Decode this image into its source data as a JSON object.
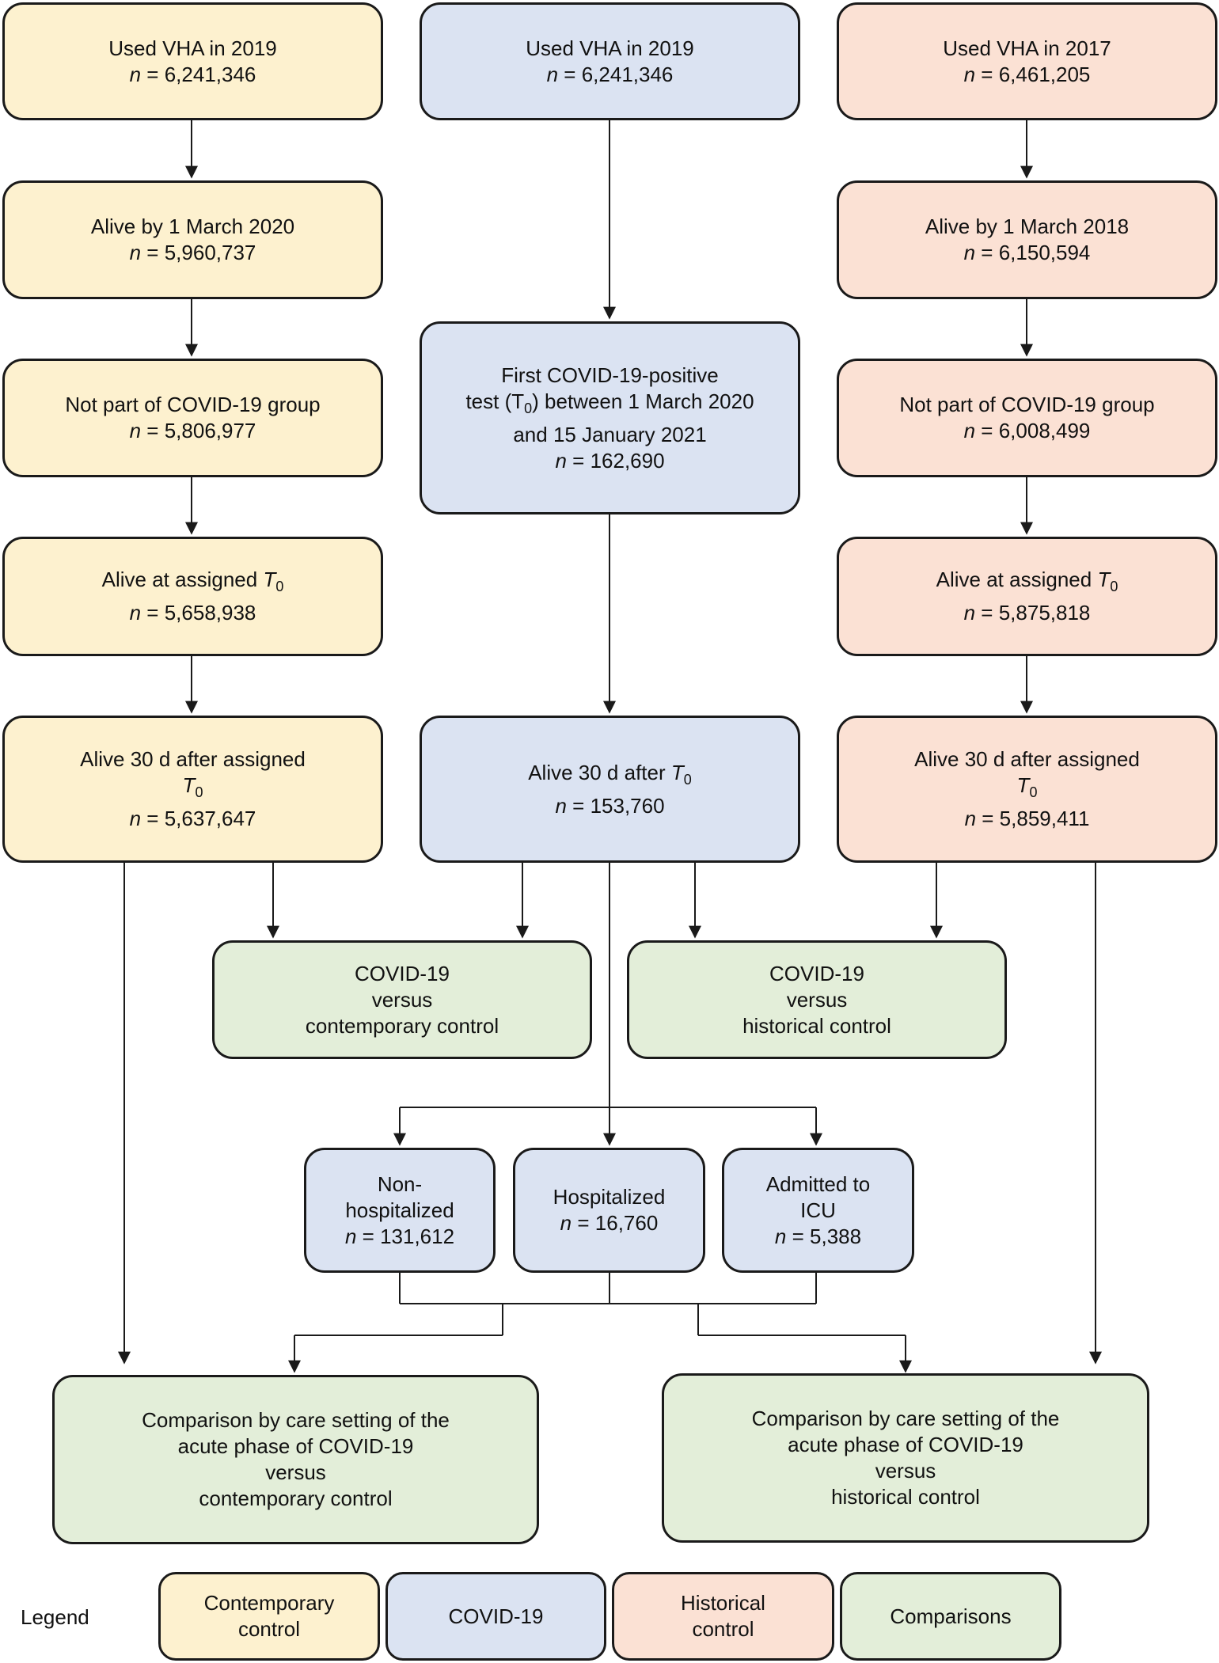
{
  "contemporary": {
    "b1": {
      "label": "Used VHA in 2019",
      "n": "6,241,346"
    },
    "b2": {
      "label": "Alive by 1 March 2020",
      "n": "5,960,737"
    },
    "b3": {
      "label": "Not part of COVID-19 group",
      "n": "5,806,977"
    },
    "b4": {
      "label": "Alive at assigned",
      "t0": "T",
      "t0sub": "0",
      "n": "5,658,938"
    },
    "b5": {
      "label": "Alive 30 d after assigned",
      "t0": "T",
      "t0sub": "0",
      "n": "5,637,647"
    }
  },
  "covid": {
    "b1": {
      "label": "Used VHA in 2019",
      "n": "6,241,346"
    },
    "b2": {
      "line1": "First COVID-19-positive",
      "line2a": "test (T",
      "line2sub": "0",
      "line2b": ") between 1 March 2020",
      "line3": "and 15 January 2021",
      "n": "162,690"
    },
    "b3": {
      "label": "Alive 30 d after",
      "t0": "T",
      "t0sub": "0",
      "n": "153,760"
    }
  },
  "historical": {
    "b1": {
      "label": "Used VHA in 2017",
      "n": "6,461,205"
    },
    "b2": {
      "label": "Alive by 1 March 2018",
      "n": "6,150,594"
    },
    "b3": {
      "label": "Not part of COVID-19 group",
      "n": "6,008,499"
    },
    "b4": {
      "label": "Alive at assigned",
      "t0": "T",
      "t0sub": "0",
      "n": "5,875,818"
    },
    "b5": {
      "label": "Alive 30 d after assigned",
      "t0": "T",
      "t0sub": "0",
      "n": "5,859,411"
    }
  },
  "comparisons": {
    "contemporary": {
      "l1": "COVID-19",
      "l2": "versus",
      "l3": "contemporary control"
    },
    "historical": {
      "l1": "COVID-19",
      "l2": "versus",
      "l3": "historical control"
    },
    "care_contemporary": {
      "l1": "Comparison by care setting of the",
      "l2": "acute phase of COVID-19",
      "l3": "versus",
      "l4": "contemporary control"
    },
    "care_historical": {
      "l1": "Comparison by care setting of the",
      "l2": "acute phase of COVID-19",
      "l3": "versus",
      "l4": "historical control"
    }
  },
  "care_settings": {
    "nonhosp": {
      "l1": "Non-",
      "l2": "hospitalized",
      "n": "131,612"
    },
    "hosp": {
      "l1": "Hospitalized",
      "n": "16,760"
    },
    "icu": {
      "l1": "Admitted to",
      "l2": "ICU",
      "n": "5,388"
    }
  },
  "n_prefix": "n",
  "n_eq": " = ",
  "legend": {
    "title": "Legend",
    "contemporary_l1": "Contemporary",
    "contemporary_l2": "control",
    "covid": "COVID-19",
    "historical_l1": "Historical",
    "historical_l2": "control",
    "comparisons": "Comparisons"
  },
  "colors": {
    "contemporary": "#fdf1cf",
    "covid": "#dbe3f2",
    "historical": "#fbe1d4",
    "comparisons": "#e3eed9",
    "border": "#1a1a1a"
  }
}
